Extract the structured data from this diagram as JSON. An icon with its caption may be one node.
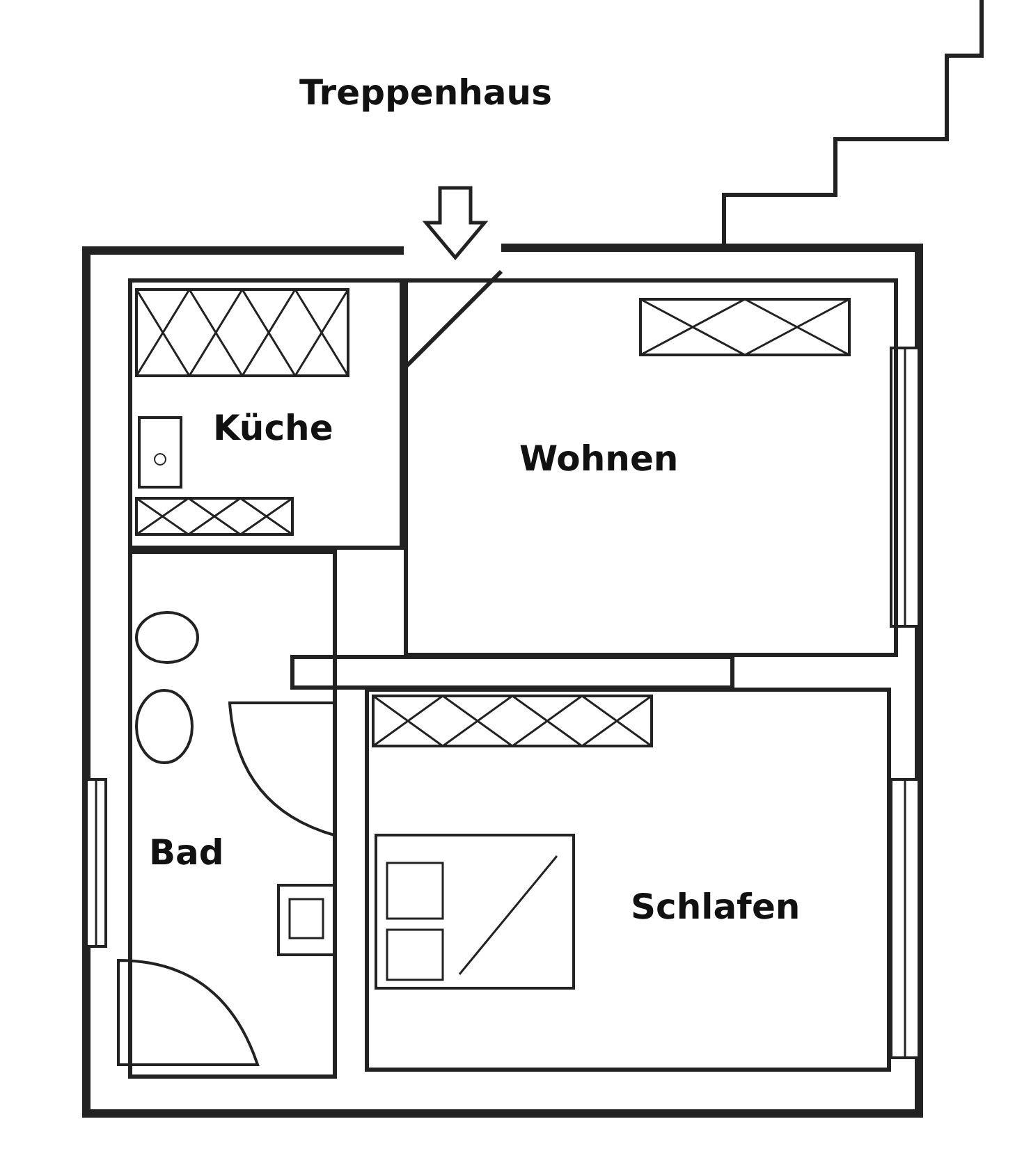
{
  "diagram": {
    "nodes": [
      {
        "text": [
          "Küche"
        ]
      },
      {
        "text": [
          "Wohnen"
        ]
      },
      {
        "text": [
          "Bad"
        ]
      },
      {
        "text": [
          "Schlafen"
        ]
      }
    ],
    "labels": [
      "Treppenhaus"
    ]
  }
}
